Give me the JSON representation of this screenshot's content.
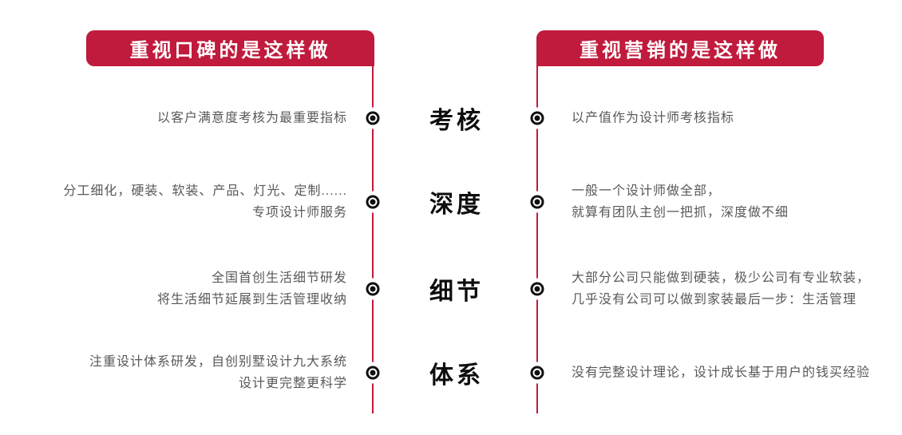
{
  "colors": {
    "accent_red": "#C01A3C",
    "body_text": "#5a5858",
    "label_text": "#0d0d0d",
    "banner_text": "#ffffff",
    "background": "#ffffff"
  },
  "headers": {
    "left": "重视口碑的是这样做",
    "right": "重视营销的是这样做"
  },
  "rows": [
    {
      "label": "考核",
      "left": [
        "以客户满意度考核为最重要指标"
      ],
      "right": [
        "以产值作为设计师考核指标"
      ]
    },
    {
      "label": "深度",
      "left": [
        "分工细化，硬装、软装、产品、灯光、定制......",
        "专项设计师服务"
      ],
      "right": [
        "一般一个设计师做全部，",
        "就算有团队主创一把抓，深度做不细"
      ]
    },
    {
      "label": "细节",
      "left": [
        "全国首创生活细节研发",
        "将生活细节延展到生活管理收纳"
      ],
      "right": [
        "大部分公司只能做到硬装，极少公司有专业软装，",
        "几乎没有公司可以做到家装最后一步：生活管理"
      ]
    },
    {
      "label": "体系",
      "left": [
        "注重设计体系研发，自创别墅设计九大系统",
        "设计更完整更科学"
      ],
      "right": [
        "没有完整设计理论，设计成长基于用户的钱买经验"
      ]
    }
  ]
}
